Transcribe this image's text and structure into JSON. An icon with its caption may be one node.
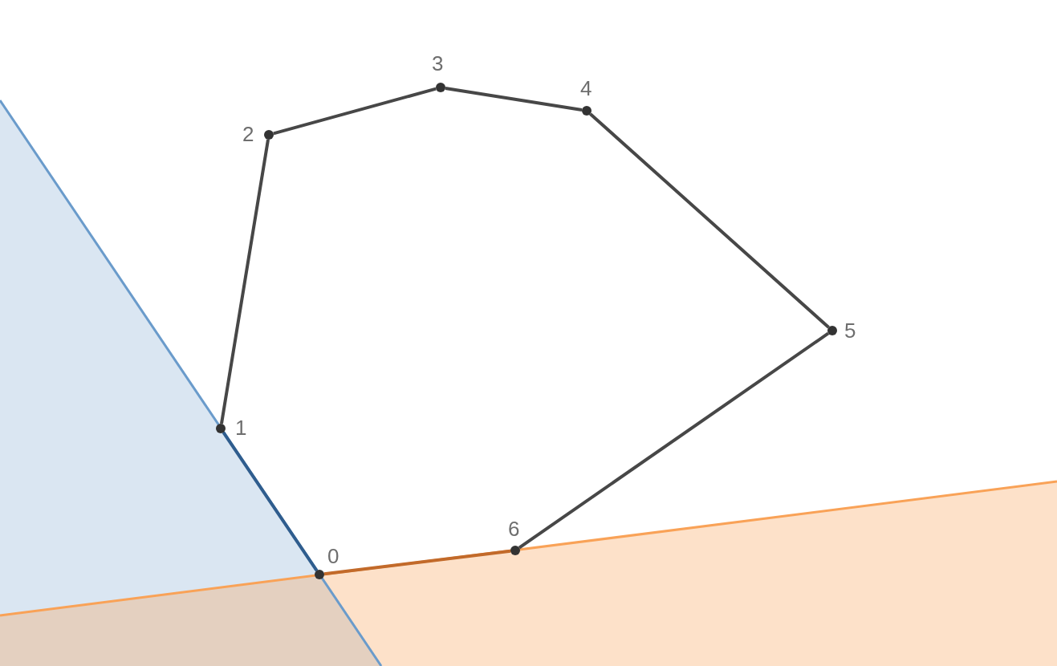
{
  "diagram": {
    "nodes": [
      {
        "text": [],
        "shape": "circle",
        "beside": [
          "0"
        ]
      },
      {
        "text": [],
        "shape": "circle",
        "beside": [
          "1"
        ]
      },
      {
        "text": [],
        "shape": "circle",
        "beside": [
          "2"
        ]
      },
      {
        "text": [],
        "shape": "circle",
        "beside": [
          "3"
        ]
      },
      {
        "text": [],
        "shape": "circle",
        "beside": [
          "4"
        ]
      },
      {
        "text": [],
        "shape": "circle",
        "beside": [
          "5"
        ]
      },
      {
        "text": [],
        "shape": "circle",
        "beside": [
          "6"
        ]
      }
    ],
    "edges": [
      {
        "from": 0,
        "to": 1,
        "arrow": "none",
        "color": "#2f5d8e"
      },
      {
        "from": 1,
        "to": 2,
        "arrow": "none"
      },
      {
        "from": 2,
        "to": 3,
        "arrow": "none"
      },
      {
        "from": 3,
        "to": 4,
        "arrow": "none"
      },
      {
        "from": 4,
        "to": 5,
        "arrow": "none"
      },
      {
        "from": 5,
        "to": 6,
        "arrow": "none"
      },
      {
        "from": 6,
        "to": 0,
        "arrow": "none",
        "color": "#c26a2a"
      }
    ]
  }
}
